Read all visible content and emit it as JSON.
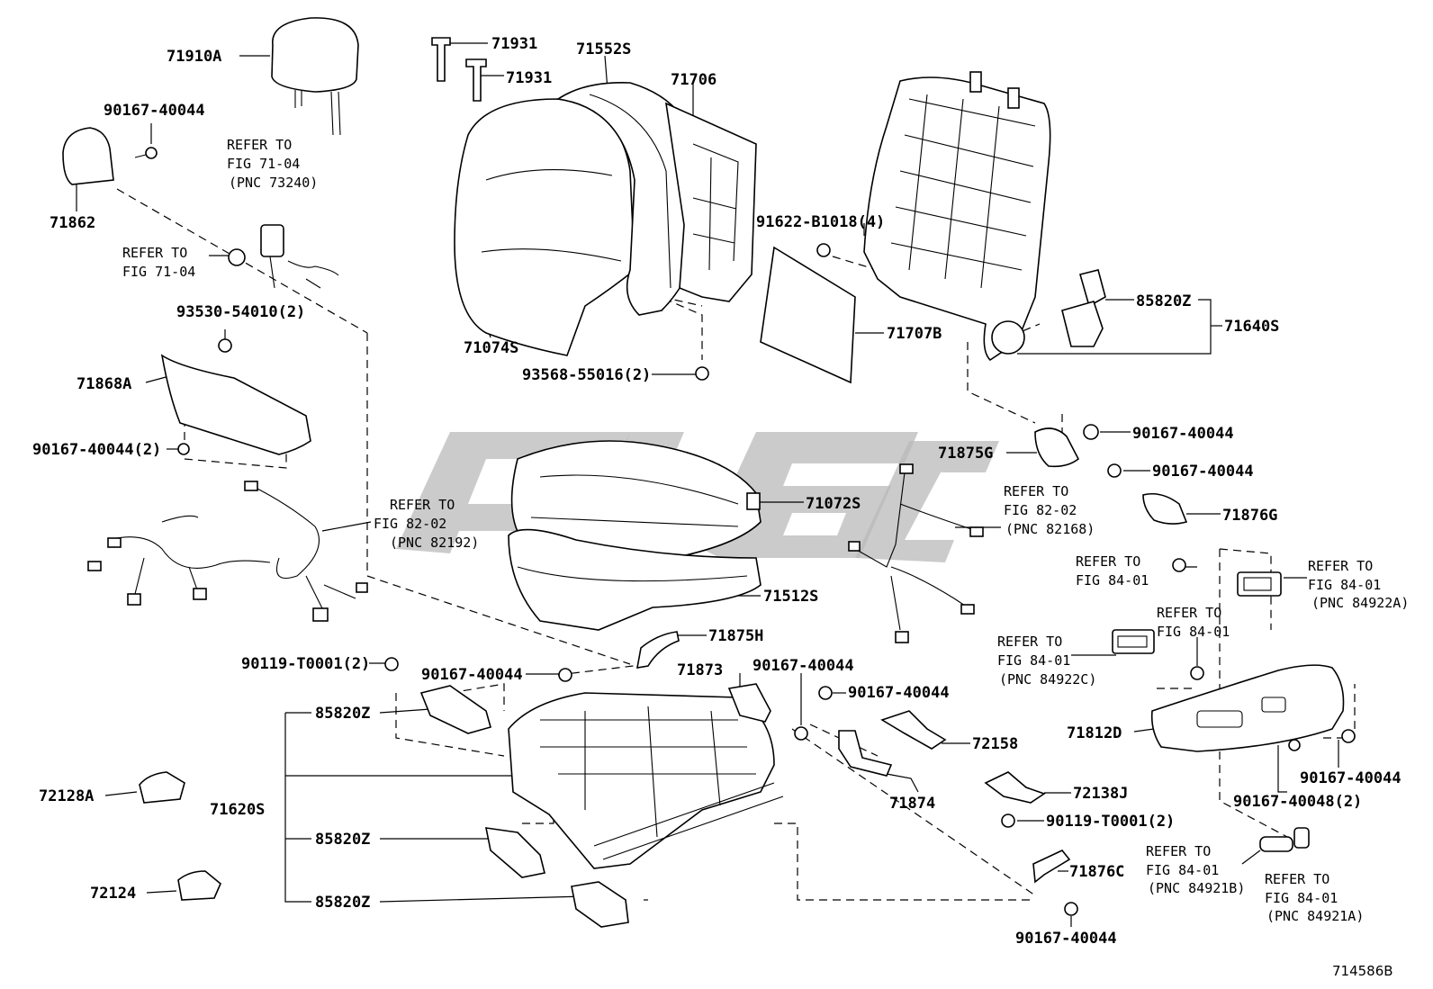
{
  "diagram_id": "714586B",
  "parts": {
    "headrest": "71910A",
    "guide_a": "71931",
    "guide_b": "71931",
    "back_cover": "71552S",
    "back_board": "71706",
    "back_pad_cover": "71074S",
    "back_frame": "71640S",
    "back_motor": "85820Z",
    "back_shield": "71707B",
    "screw_back": "91622-B1018(4)",
    "screw_93568": "93568-55016(2)",
    "hinge_cover": "71862",
    "screw_hinge_cover": "90167-40044",
    "grommet_93530": "93530-54010(2)",
    "side_shield_under": "71868A",
    "screw_side_shield": "90167-40044(2)",
    "cushion_cover": "71072S",
    "cushion_pad": "71512S",
    "hinge_cover_g": "71875G",
    "screw_g": "90167-40044",
    "hinge_cover_inner": "71876G",
    "screw_inner": "90167-40044",
    "cover_h": "71875H",
    "screw_h": "90167-40044",
    "screw_t0001_a": "90119-T0001(2)",
    "motor_a": "85820Z",
    "adjuster": "71620S",
    "motor_b": "85820Z",
    "motor_c": "85820Z",
    "leg_cover_a": "72128A",
    "leg_cover": "72124",
    "bracket_73": "71873",
    "screw_73": "90167-40044",
    "screw_74": "90167-40044",
    "bracket_74": "71874",
    "cover_58": "72158",
    "cover_38j": "72138J",
    "screw_t0001_b": "90119-T0001(2)",
    "cover_76c": "71876C",
    "screw_76c": "90167-40044",
    "shield_12d": "71812D",
    "screw_12d_a": "90167-40048(2)",
    "screw_12d_b": "90167-40044"
  },
  "refs": {
    "belt": {
      "l1": "REFER TO",
      "l2": "FIG 71-04",
      "l3": "(PNC 73240)"
    },
    "grommet": {
      "l1": "REFER TO",
      "l2": "FIG 71-04"
    },
    "harness_left": {
      "l1": "REFER TO",
      "l2": "FIG 82-02",
      "l3": "(PNC 82192)"
    },
    "harness_right": {
      "l1": "REFER TO",
      "l2": "FIG 82-02",
      "l3": "(PNC 82168)"
    },
    "switch_a": {
      "l1": "REFER TO",
      "l2": "FIG 84-01"
    },
    "switch_b": {
      "l1": "REFER TO",
      "l2": "FIG 84-01",
      "l3": "(PNC 84922A)"
    },
    "switch_c": {
      "l1": "REFER TO",
      "l2": "FIG 84-01"
    },
    "switch_d": {
      "l1": "REFER TO",
      "l2": "FIG 84-01",
      "l3": "(PNC 84922C)"
    },
    "knob_b": {
      "l1": "REFER TO",
      "l2": "FIG 84-01",
      "l3": "(PNC 84921B)"
    },
    "knob_a": {
      "l1": "REFER TO",
      "l2": "FIG 84-01",
      "l3": "(PNC 84921A)"
    }
  }
}
